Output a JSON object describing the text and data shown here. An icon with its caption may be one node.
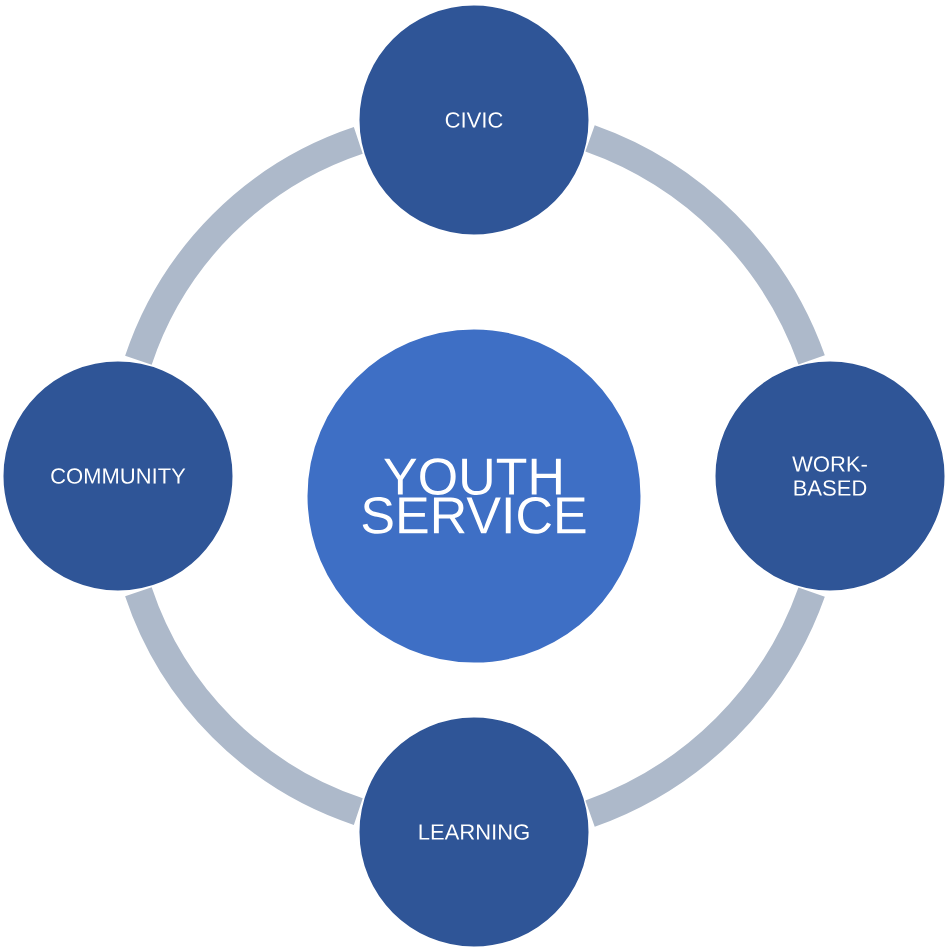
{
  "diagram": {
    "nodes": [
      {
        "text": [
          "CIVIC"
        ]
      },
      {
        "text": [
          "COMMUNITY"
        ]
      },
      {
        "text": [
          "YOUTH SERVICE"
        ]
      },
      {
        "text": [
          "WORK-BASED"
        ]
      },
      {
        "text": [
          "LEARNING"
        ]
      }
    ],
    "edges": [
      {
        "from": 0,
        "to": 3,
        "arrow": "none"
      },
      {
        "from": 3,
        "to": 4,
        "arrow": "none"
      },
      {
        "from": 4,
        "to": 1,
        "arrow": "none"
      },
      {
        "from": 1,
        "to": 0,
        "arrow": "none"
      }
    ]
  }
}
